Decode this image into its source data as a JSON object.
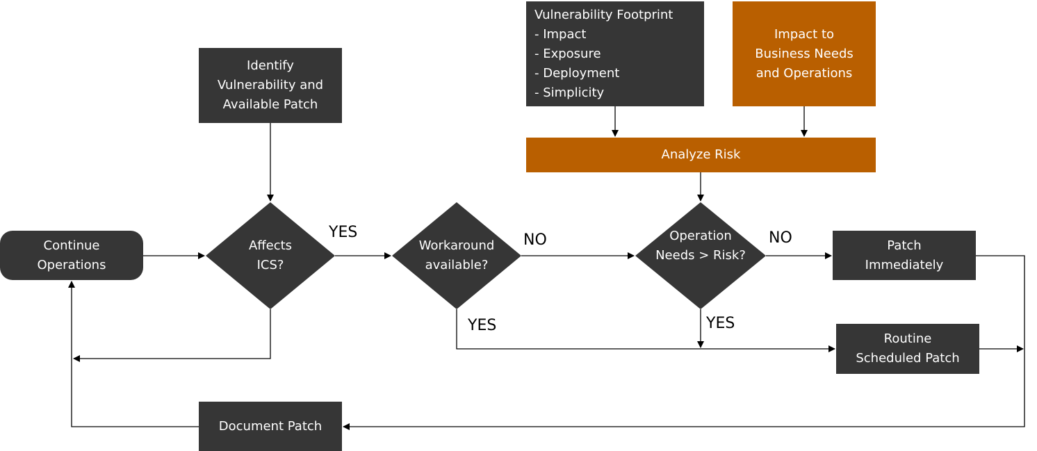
{
  "nodes": {
    "identify": [
      "Identify",
      "Vulnerability and",
      "Available Patch"
    ],
    "footprint": [
      "Vulnerability Footprint",
      "- Impact",
      "- Exposure",
      "- Deployment",
      "- Simplicity"
    ],
    "impact_business": [
      "Impact to",
      "Business Needs",
      "and Operations"
    ],
    "analyze_risk": "Analyze Risk",
    "continue_ops": [
      "Continue",
      "Operations"
    ],
    "affects_ics": [
      "Affects",
      "ICS?"
    ],
    "workaround": [
      "Workaround",
      "available?"
    ],
    "operation_needs": [
      "Operation",
      "Needs > Risk?"
    ],
    "patch_immediately": [
      "Patch",
      "Immediately"
    ],
    "routine_patch": [
      "Routine",
      "Scheduled Patch"
    ],
    "document_patch": "Document Patch"
  },
  "edge_labels": {
    "affects_yes": "YES",
    "workaround_no": "NO",
    "workaround_yes": "YES",
    "operation_no": "NO",
    "operation_yes": "YES"
  },
  "colors": {
    "dark": "#363636",
    "orange": "#b95f00",
    "line": "#000000"
  }
}
